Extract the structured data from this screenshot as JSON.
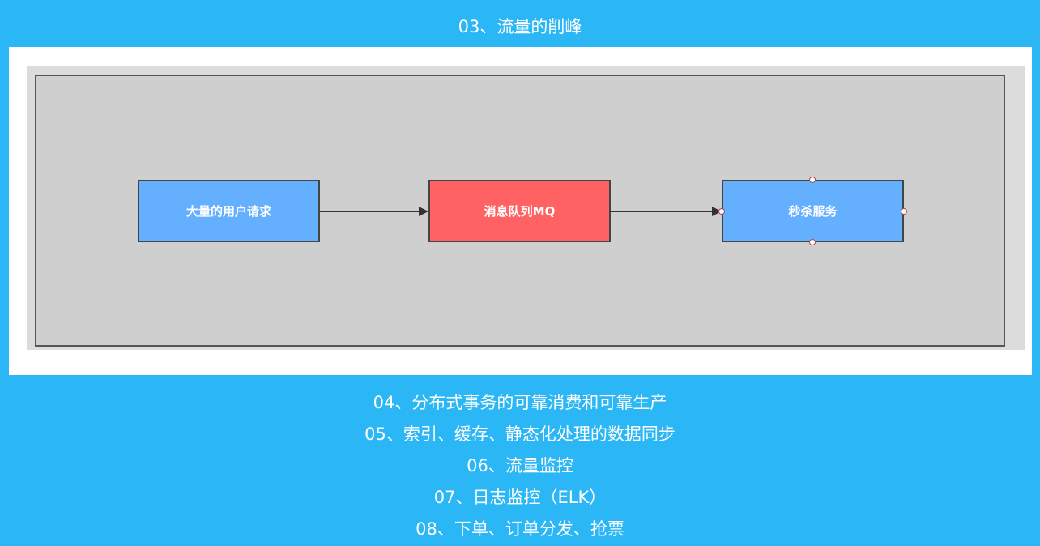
{
  "header": {
    "title": "03、流量的削峰"
  },
  "diagram": {
    "nodes": [
      {
        "label": "大量的用户请求",
        "color": "#64b0ff"
      },
      {
        "label": "消息队列MQ",
        "color": "#ff6262"
      },
      {
        "label": "秒杀服务",
        "color": "#64b0ff"
      }
    ]
  },
  "items": [
    "04、分布式事务的可靠消费和可靠生产",
    "05、索引、缓存、静态化处理的数据同步",
    "06、流量监控",
    "07、日志监控（ELK）",
    "08、下单、订单分发、抢票"
  ]
}
